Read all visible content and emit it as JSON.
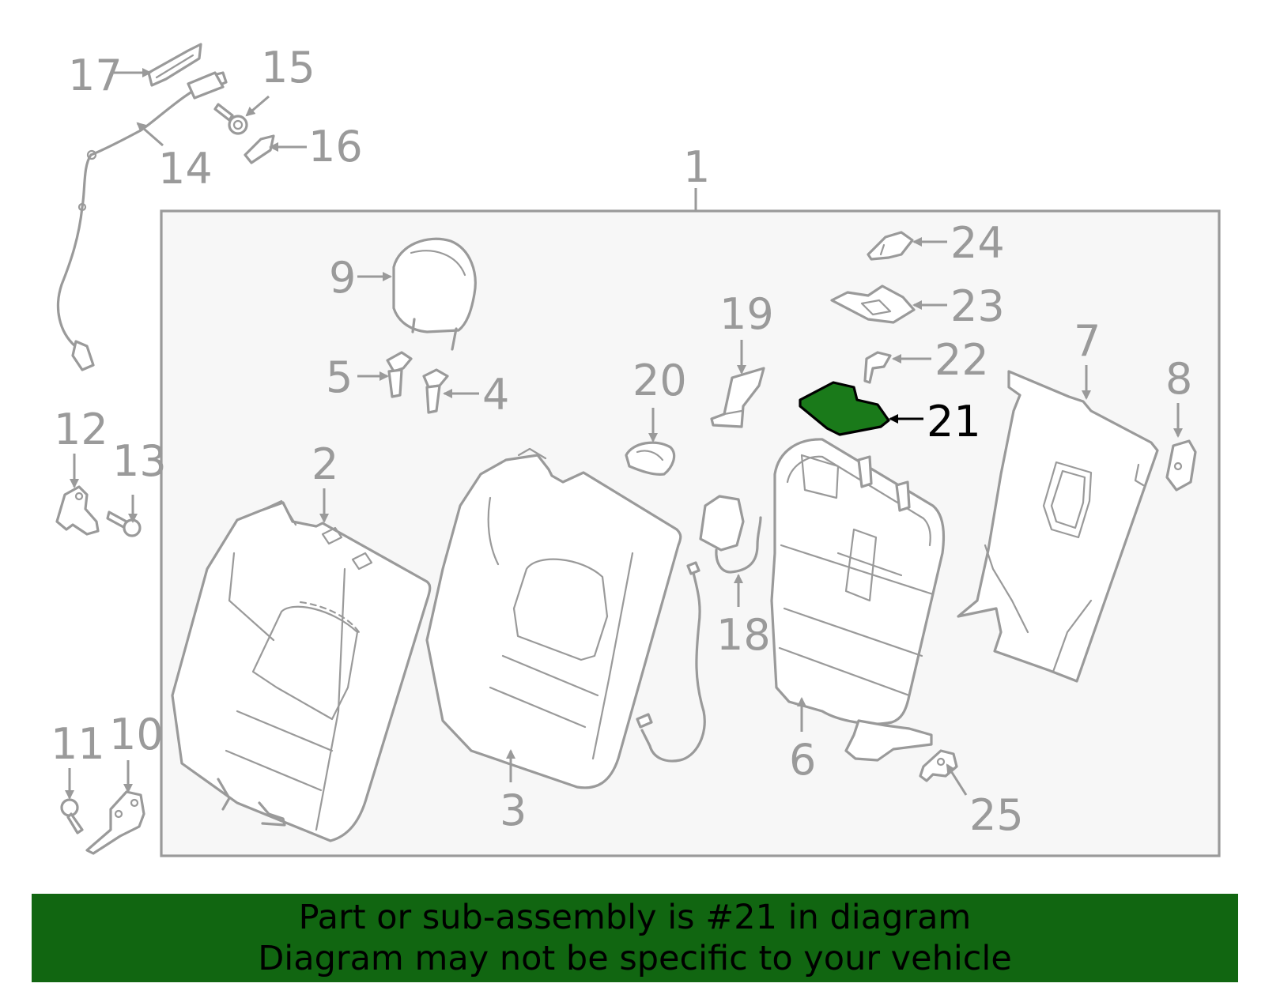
{
  "diagram": {
    "labels": {
      "p1": "1",
      "p2": "2",
      "p3": "3",
      "p4": "4",
      "p5": "5",
      "p6": "6",
      "p7": "7",
      "p8": "8",
      "p9": "9",
      "p10": "10",
      "p11": "11",
      "p12": "12",
      "p13": "13",
      "p14": "14",
      "p15": "15",
      "p16": "16",
      "p17": "17",
      "p18": "18",
      "p19": "19",
      "p20": "20",
      "p21": "21",
      "p22": "22",
      "p23": "23",
      "p24": "24",
      "p25": "25"
    },
    "highlighted_part": "21",
    "colors": {
      "line": "#9a9a9a",
      "highlight_fill": "#1a7a1a",
      "banner": "#116611",
      "frame_fill": "#f7f7f7"
    }
  },
  "banner": {
    "line1": "Part or sub-assembly is #21 in diagram",
    "line2": "Diagram may not be specific to your vehicle"
  }
}
